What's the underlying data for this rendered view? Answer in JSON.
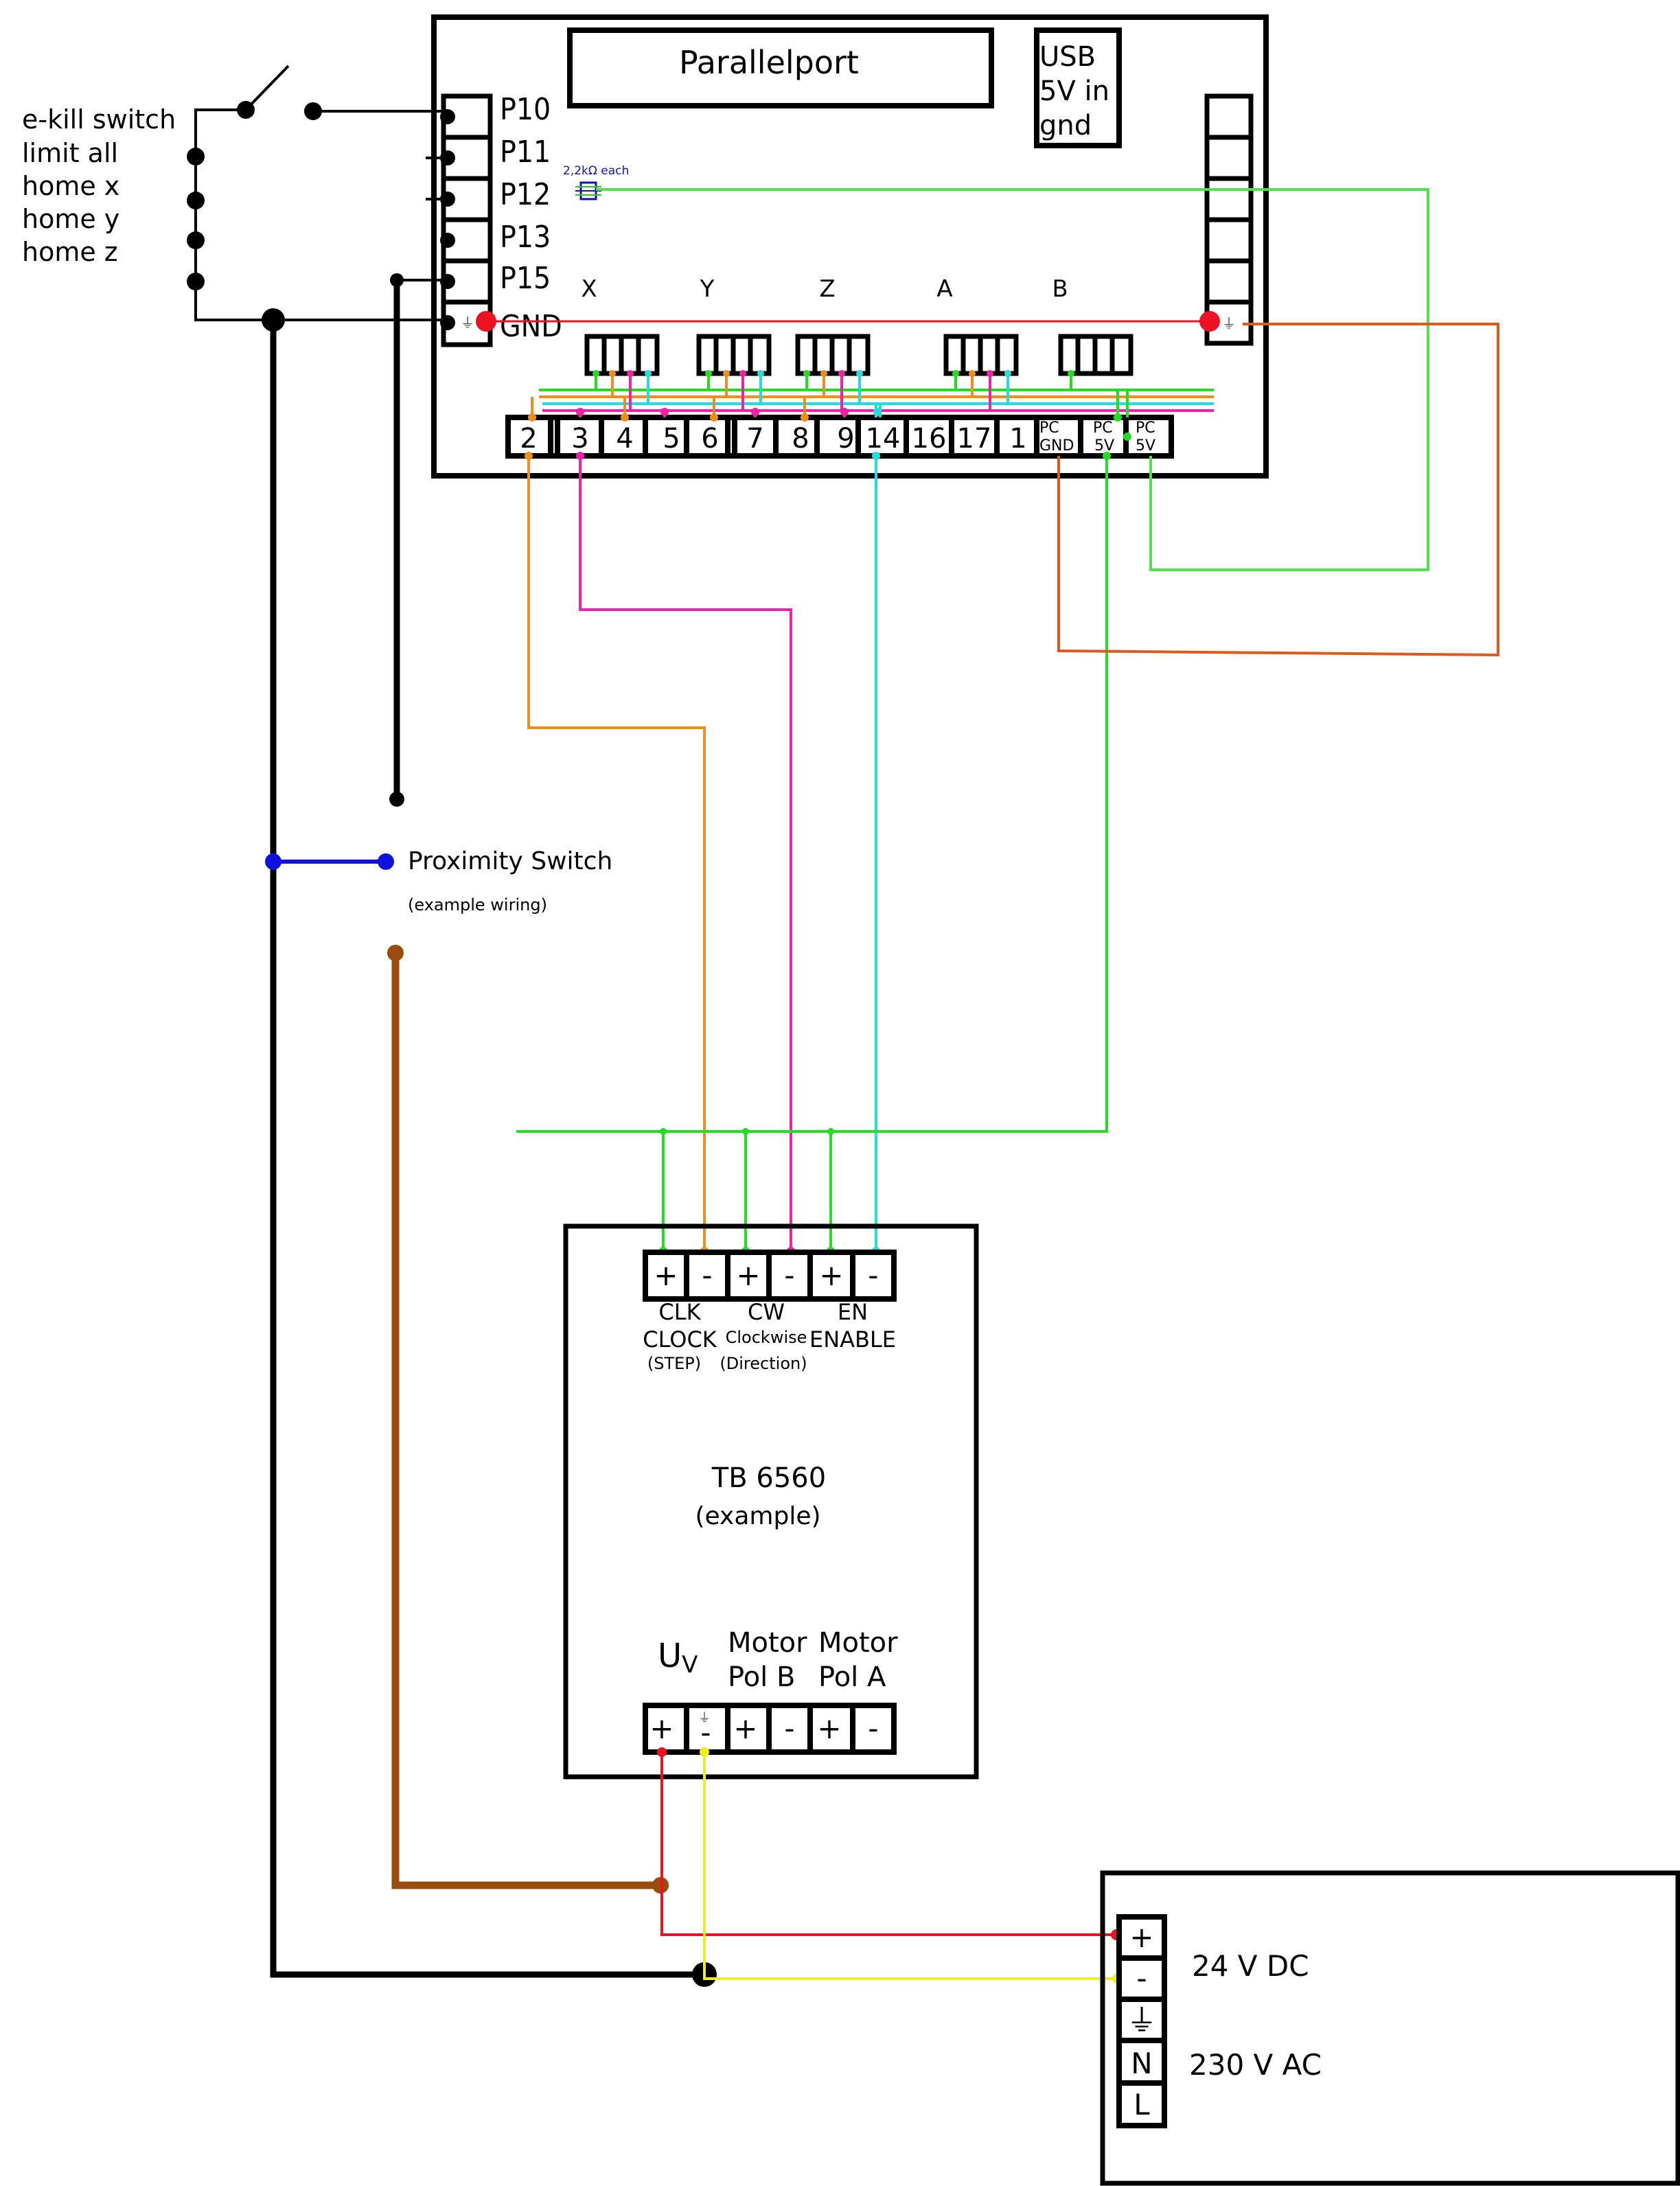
{
  "breakout_board": {
    "parallelport": "Parallelport",
    "usb_lines": [
      "USB",
      "5V in",
      "gnd"
    ],
    "inputs": [
      "P10",
      "P11",
      "P12",
      "P13",
      "P15",
      "GND"
    ],
    "resistor_note": "2,2kΩ each",
    "axes": [
      "X",
      "Y",
      "Z",
      "A",
      "B"
    ],
    "terminals": [
      "2",
      "3",
      "4",
      "5",
      "6",
      "7",
      "8",
      "9",
      "14",
      "16",
      "17",
      "1"
    ],
    "pc_gnd": [
      "PC",
      "GND"
    ],
    "pc_5v_a": [
      "PC",
      "5V"
    ],
    "pc_5v_b": [
      "PC",
      "5V"
    ]
  },
  "switch_labels": [
    "e-kill switch",
    "limit all",
    "home x",
    "home y",
    "home z"
  ],
  "proximity": {
    "title": "Proximity Switch",
    "note": "(example wiring)"
  },
  "driver": {
    "name": "TB 6560",
    "note": "(example)",
    "in_terminals": [
      "+",
      "-",
      "+",
      "-",
      "+",
      "-"
    ],
    "clk_lines": [
      "CLK",
      "CLOCK",
      "(STEP)"
    ],
    "cw_lines": [
      "CW",
      "Clockwise",
      "(Direction)"
    ],
    "en_lines": [
      "EN",
      "ENABLE"
    ],
    "uv_main": "U",
    "uv_sub": "V",
    "motor_b": [
      "Motor",
      "Pol B"
    ],
    "motor_a": [
      "Motor",
      "Pol A"
    ],
    "out_terminals": [
      "+",
      "-",
      "+",
      "-",
      "+",
      "-"
    ]
  },
  "psu": {
    "terminals": [
      "+",
      "-",
      "",
      "N",
      "L"
    ],
    "dc_label": "24 V DC",
    "ac_label": "230 V AC"
  },
  "colors": {
    "black": "#000000",
    "green": "#22dd22",
    "orange": "#ee8e1c",
    "magenta": "#ee22aa",
    "cyan": "#22dddd",
    "red": "#ee1122",
    "blue": "#1111dd",
    "brown": "#9a4c0c",
    "yellow": "#eeee22",
    "rust": "#dd5a1c"
  },
  "icons": [
    "ground-symbol-icon",
    "switch-contact-icon",
    "resistor-network-icon"
  ]
}
